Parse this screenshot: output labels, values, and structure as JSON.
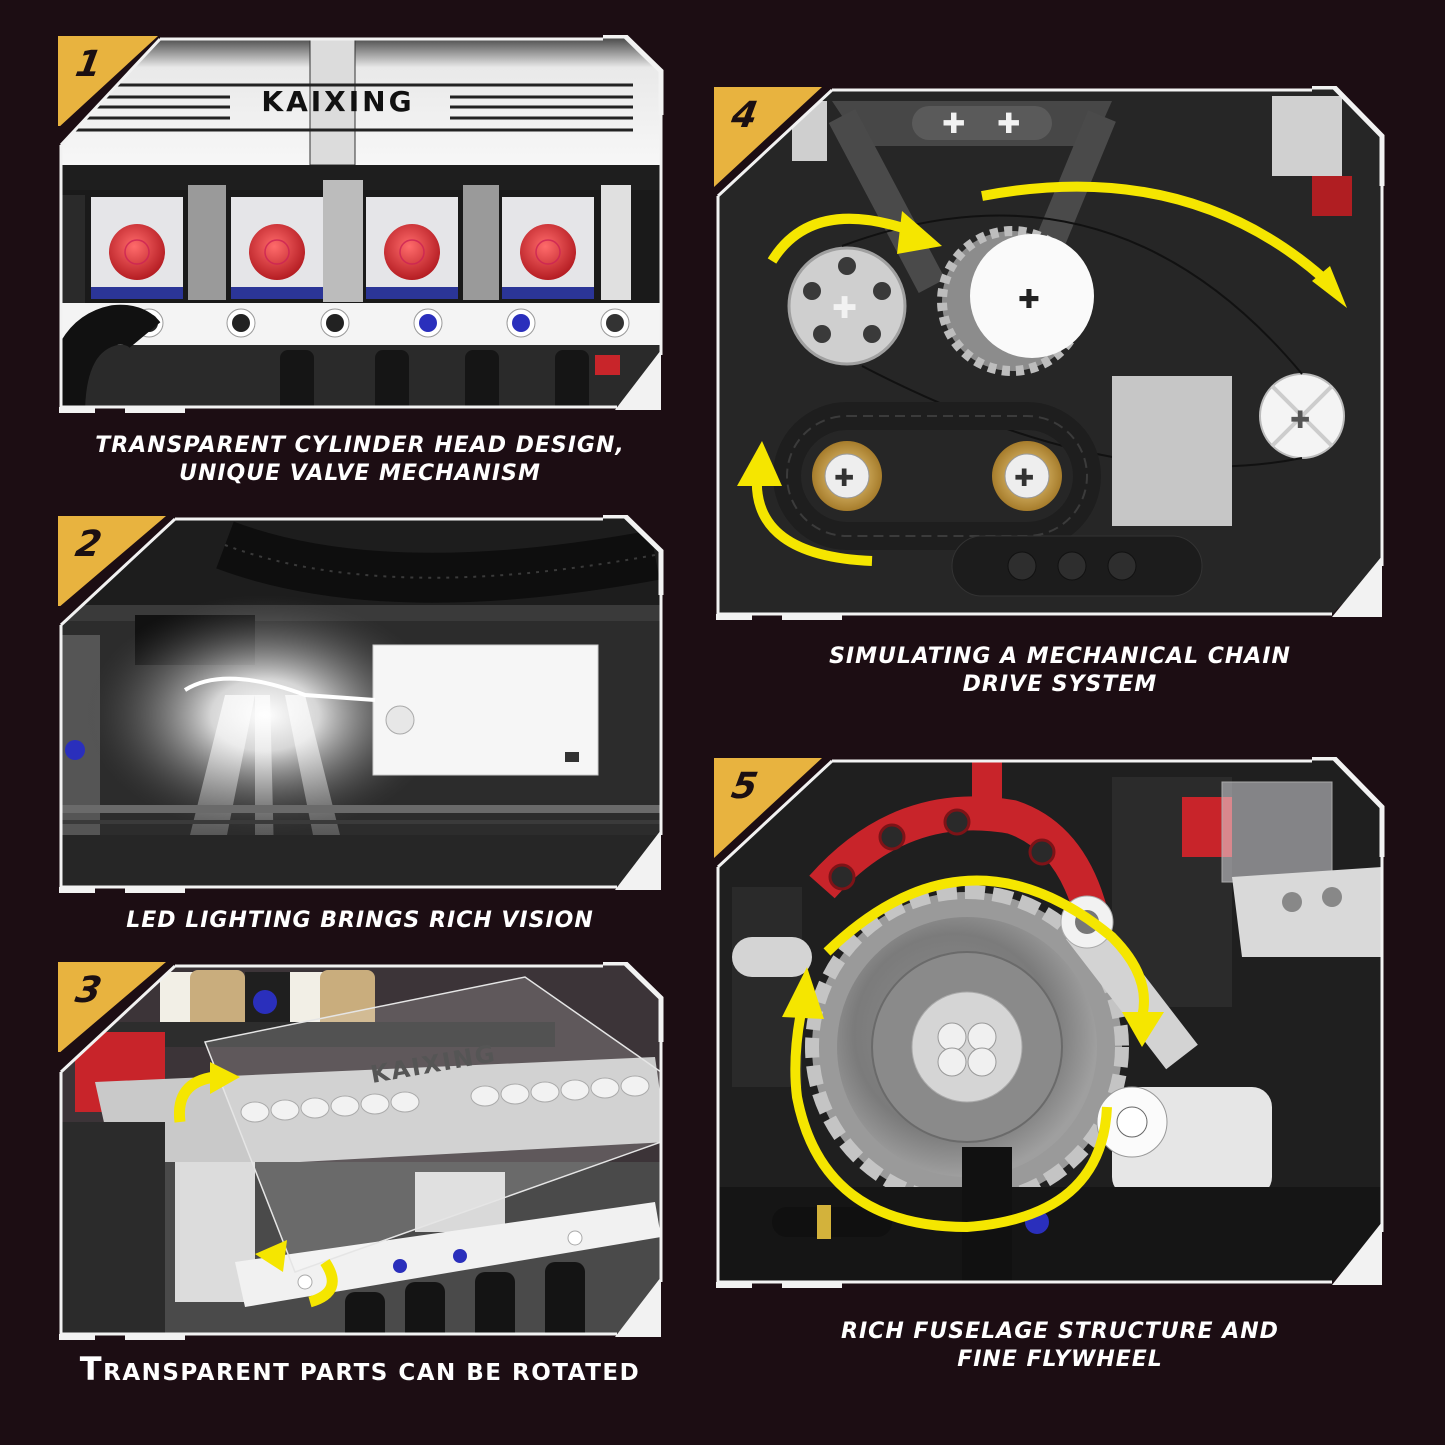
{
  "colors": {
    "background": "#1c0d13",
    "badge_gold": "#e8b33f",
    "frame_white": "#f2f2f2",
    "arrow_yellow": "#f5e600",
    "accent_red": "#d4312f",
    "accent_blue": "#2a2f9e"
  },
  "panels": [
    {
      "number": "1",
      "brand_text": "KAIXING",
      "caption_line1": "TRANSPARENT CYLINDER HEAD DESIGN,",
      "caption_line2": "UNIQUE VALVE MECHANISM"
    },
    {
      "number": "2",
      "caption_line1": "LED LIGHTING BRINGS RICH VISION"
    },
    {
      "number": "3",
      "brand_text": "KAIXING",
      "caption_first_letter": "T",
      "caption_rest": "RANSPARENT PARTS CAN BE ROTATED"
    },
    {
      "number": "4",
      "caption_line1": "SIMULATING A MECHANICAL CHAIN",
      "caption_line2": "DRIVE SYSTEM"
    },
    {
      "number": "5",
      "caption_line1": "RICH FUSELAGE STRUCTURE AND",
      "caption_line2": "FINE FLYWHEEL"
    }
  ]
}
